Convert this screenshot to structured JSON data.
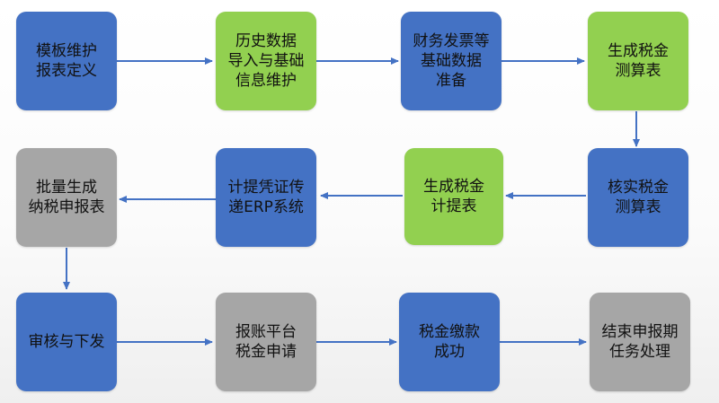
{
  "nodes": {
    "n1": "模板维护\n报表定义",
    "n2": "历史数据\n导入与基础\n信息维护",
    "n3": "财务发票等\n基础数据\n准备",
    "n4": "生成税金\n测算表",
    "n5": "核实税金\n测算表",
    "n6": "生成税金\n计提表",
    "n7": "计提凭证传\n递ERP系统",
    "n8": "批量生成\n纳税申报表",
    "n9": "审核与下发",
    "n10": "报账平台\n税金申请",
    "n11": "税金缴款\n成功",
    "n12": "结束申报期\n任务处理"
  },
  "colors": {
    "blue": "#4472c4",
    "green": "#92d050",
    "gray": "#a6a6a6",
    "arrow": "#4472c4"
  }
}
